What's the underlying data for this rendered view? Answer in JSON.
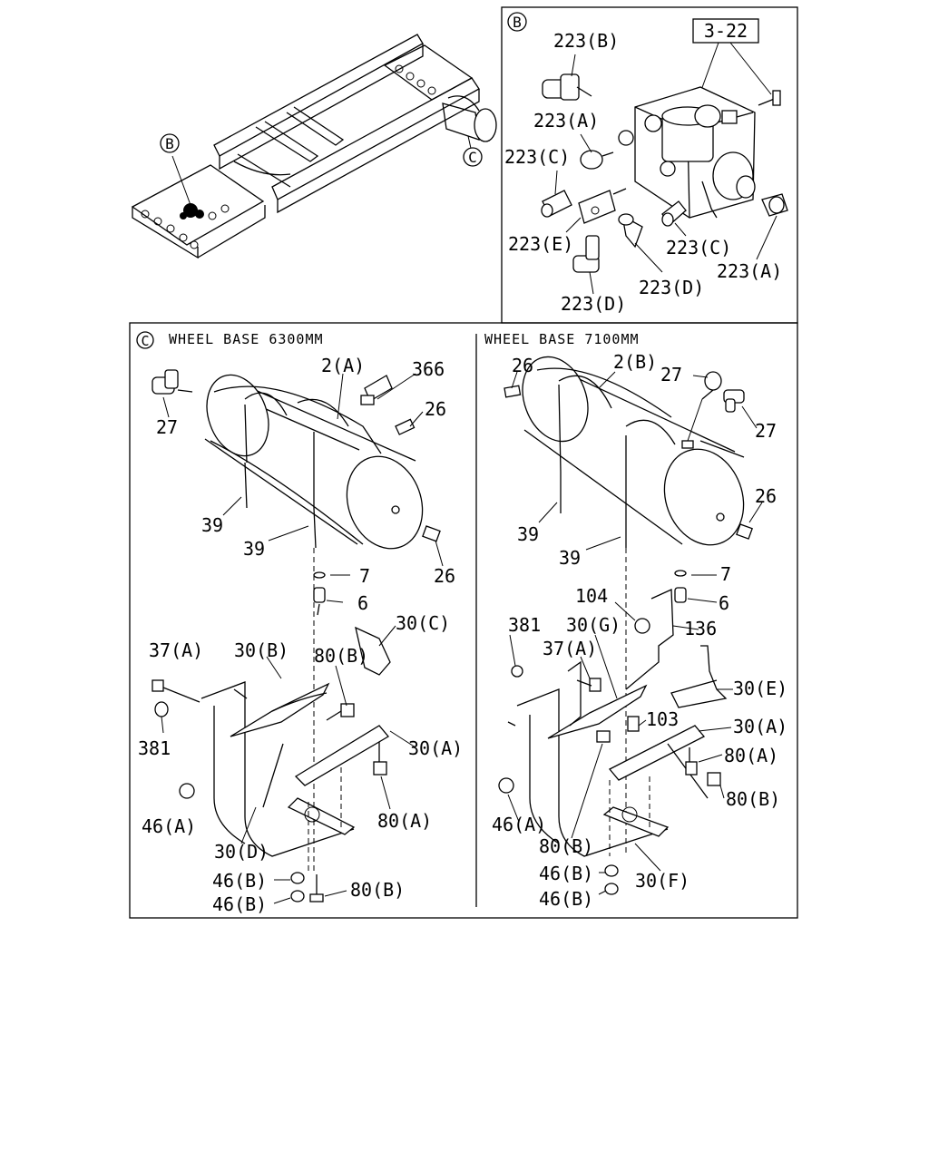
{
  "callouts": {
    "b": "B",
    "c": "C"
  },
  "ref_box": "3-22",
  "section_c": {
    "header_left": "WHEEL BASE 6300MM",
    "header_right": "WHEEL BASE 7100MM"
  },
  "labels_b": {
    "p223b": "223(B)",
    "p223a_1": "223(A)",
    "p223c_1": "223(C)",
    "p223e": "223(E)",
    "p223c_2": "223(C)",
    "p223a_2": "223(A)",
    "p223d_1": "223(D)",
    "p223d_2": "223(D)"
  },
  "labels_left": {
    "p2a": "2(A)",
    "p366": "366",
    "p27": "27",
    "p26a": "26",
    "p39a": "39",
    "p39b": "39",
    "p26b": "26",
    "p7": "7",
    "p6": "6",
    "p30c": "30(C)",
    "p37a": "37(A)",
    "p30b": "30(B)",
    "p80b_1": "80(B)",
    "p381": "381",
    "p30a": "30(A)",
    "p46a": "46(A)",
    "p30d": "30(D)",
    "p80a": "80(A)",
    "p46b_1": "46(B)",
    "p46b_2": "46(B)",
    "p80b_2": "80(B)"
  },
  "labels_right": {
    "p26a": "26",
    "p2b": "2(B)",
    "p27a": "27",
    "p27b": "27",
    "p26b": "26",
    "p39a": "39",
    "p39b": "39",
    "p7": "7",
    "p6": "6",
    "p104": "104",
    "p381": "381",
    "p30g": "30(G)",
    "p136": "136",
    "p37a": "37(A)",
    "p30e": "30(E)",
    "p103": "103",
    "p30a": "30(A)",
    "p80a": "80(A)",
    "p80b_1": "80(B)",
    "p46a": "46(A)",
    "p80b_2": "80(B)",
    "p46b_1": "46(B)",
    "p30f": "30(F)",
    "p46b_2": "46(B)"
  }
}
